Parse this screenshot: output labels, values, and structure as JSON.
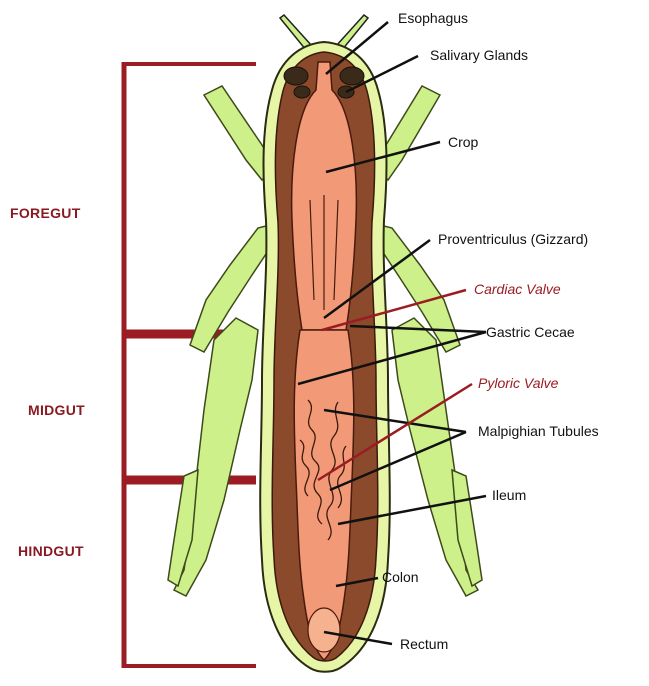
{
  "diagram": {
    "sections": {
      "foregut": "FOREGUT",
      "midgut": "MIDGUT",
      "hindgut": "HINDGUT"
    },
    "labels": {
      "esophagus": "Esophagus",
      "salivary_glands": "Salivary Glands",
      "crop": "Crop",
      "proventriculus": "Proventriculus (Gizzard)",
      "cardiac_valve": "Cardiac Valve",
      "gastric_cecae": "Gastric Cecae",
      "pyloric_valve": "Pyloric Valve",
      "malpighian_tubules": "Malpighian Tubules",
      "ileum": "Ileum",
      "colon": "Colon",
      "rectum": "Rectum"
    },
    "colors": {
      "section_red": "#8a1a22",
      "body_brown": "#8b4a2b",
      "gut_salmon": "#f29a78",
      "leg_green": "#cdf08a",
      "valve_red": "#9b1c22"
    }
  }
}
